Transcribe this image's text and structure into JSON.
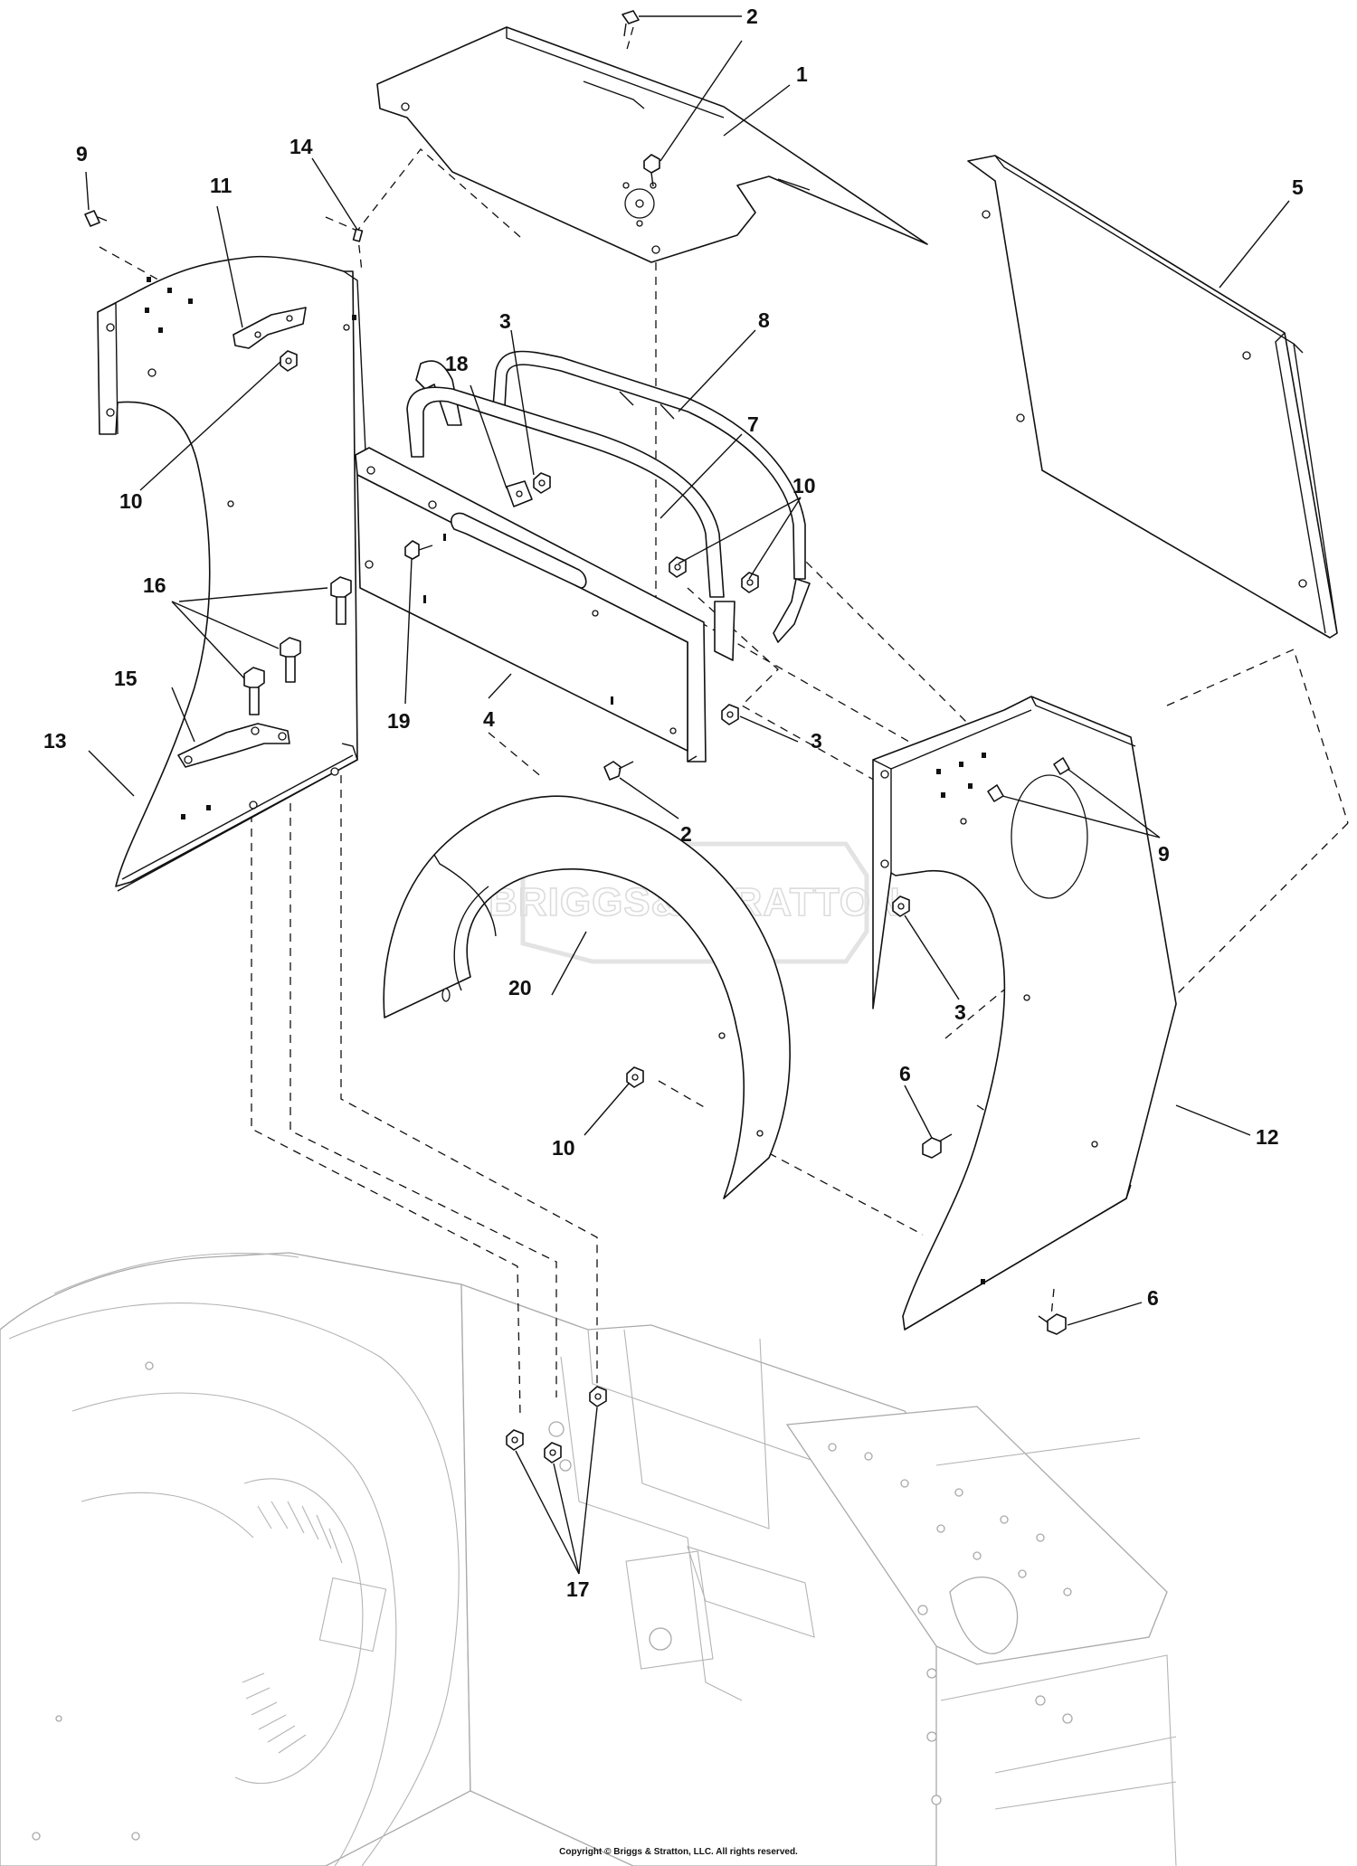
{
  "callouts": [
    {
      "id": "c-1",
      "label": "1"
    },
    {
      "id": "c-2a",
      "label": "2"
    },
    {
      "id": "c-2b",
      "label": "2"
    },
    {
      "id": "c-3a",
      "label": "3"
    },
    {
      "id": "c-3b",
      "label": "3"
    },
    {
      "id": "c-3c",
      "label": "3"
    },
    {
      "id": "c-4",
      "label": "4"
    },
    {
      "id": "c-5",
      "label": "5"
    },
    {
      "id": "c-6a",
      "label": "6"
    },
    {
      "id": "c-6b",
      "label": "6"
    },
    {
      "id": "c-7",
      "label": "7"
    },
    {
      "id": "c-8",
      "label": "8"
    },
    {
      "id": "c-9a",
      "label": "9"
    },
    {
      "id": "c-9b",
      "label": "9"
    },
    {
      "id": "c-10a",
      "label": "10"
    },
    {
      "id": "c-10b",
      "label": "10"
    },
    {
      "id": "c-10c",
      "label": "10"
    },
    {
      "id": "c-11",
      "label": "11"
    },
    {
      "id": "c-12",
      "label": "12"
    },
    {
      "id": "c-13",
      "label": "13"
    },
    {
      "id": "c-14",
      "label": "14"
    },
    {
      "id": "c-15",
      "label": "15"
    },
    {
      "id": "c-16",
      "label": "16"
    },
    {
      "id": "c-17",
      "label": "17"
    },
    {
      "id": "c-18",
      "label": "18"
    },
    {
      "id": "c-19",
      "label": "19"
    },
    {
      "id": "c-20",
      "label": "20"
    }
  ],
  "watermark": {
    "text": "BRIGGS&STRATTON"
  },
  "copyright": "Copyright © Briggs & Stratton, LLC. All rights reserved.",
  "colors": {
    "line": "#111111",
    "ghost": "#a9a9a9",
    "watermark": "#dcdcdc",
    "background": "#ffffff"
  }
}
